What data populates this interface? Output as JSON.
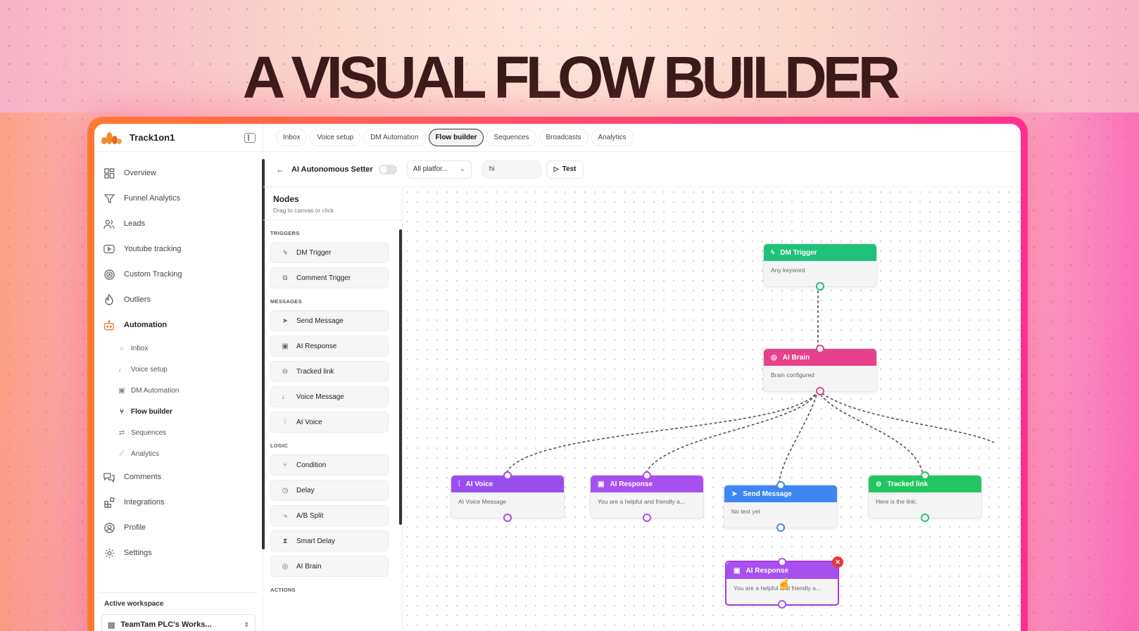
{
  "headline": "A VISUAL FLOW BUILDER",
  "app": {
    "brand": "Track1on1",
    "nav": [
      {
        "label": "Overview",
        "icon": "grid-icon"
      },
      {
        "label": "Funnel Analytics",
        "icon": "funnel-icon"
      },
      {
        "label": "Leads",
        "icon": "users-icon"
      },
      {
        "label": "Youtube tracking",
        "icon": "youtube-icon"
      },
      {
        "label": "Custom Tracking",
        "icon": "target-icon"
      },
      {
        "label": "Outliers",
        "icon": "flame-icon"
      },
      {
        "label": "Automation",
        "icon": "bot-icon"
      }
    ],
    "sub_nav": [
      {
        "label": "Inbox",
        "icon": "chat-bubble-icon"
      },
      {
        "label": "Voice setup",
        "icon": "mic-icon"
      },
      {
        "label": "DM Automation",
        "icon": "bot-icon"
      },
      {
        "label": "Flow builder",
        "icon": "git-branch-icon"
      },
      {
        "label": "Sequences",
        "icon": "workflow-icon"
      },
      {
        "label": "Analytics",
        "icon": "line-chart-icon"
      }
    ],
    "nav_bottom": [
      {
        "label": "Comments",
        "icon": "comments-icon"
      },
      {
        "label": "Integrations",
        "icon": "blocks-icon"
      },
      {
        "label": "Profile",
        "icon": "user-circle-icon"
      },
      {
        "label": "Settings",
        "icon": "gear-icon"
      }
    ],
    "workspace": {
      "label": "Active workspace",
      "value": "TeamTam PLC's Works..."
    },
    "tabs": [
      "Inbox",
      "Voice setup",
      "DM Automation",
      "Flow builder",
      "Sequences",
      "Broadcasts",
      "Analytics"
    ],
    "active_tab": "Flow builder",
    "toolbar": {
      "title": "AI Autonomous Setter",
      "platform": "All platfor...",
      "test_value": "hi",
      "test_label": "Test"
    },
    "palette": {
      "title": "Nodes",
      "subtitle": "Drag to canvas or click",
      "categories": [
        {
          "name": "TRIGGERS",
          "items": [
            {
              "label": "DM Trigger",
              "icon": "zap-icon"
            },
            {
              "label": "Comment Trigger",
              "icon": "comment-icon"
            }
          ]
        },
        {
          "name": "MESSAGES",
          "items": [
            {
              "label": "Send Message",
              "icon": "send-icon"
            },
            {
              "label": "AI Response",
              "icon": "bot-icon"
            },
            {
              "label": "Tracked link",
              "icon": "link-icon"
            },
            {
              "label": "Voice Message",
              "icon": "mic-icon"
            },
            {
              "label": "AI Voice",
              "icon": "waveform-icon"
            }
          ]
        },
        {
          "name": "LOGIC",
          "items": [
            {
              "label": "Condition",
              "icon": "git-branch-icon"
            },
            {
              "label": "Delay",
              "icon": "clock-icon"
            },
            {
              "label": "A/B Split",
              "icon": "split-icon"
            },
            {
              "label": "Smart Delay",
              "icon": "hourglass-icon"
            },
            {
              "label": "AI Brain",
              "icon": "brain-icon"
            }
          ]
        },
        {
          "name": "ACTIONS",
          "items": []
        }
      ]
    },
    "flow_nodes": {
      "dm_trigger": {
        "title": "DM Trigger",
        "body": "Any keyword",
        "color": "#1fc27a"
      },
      "ai_brain": {
        "title": "AI Brain",
        "body": "Brain configured",
        "color": "#e8418c"
      },
      "ai_voice": {
        "title": "AI Voice",
        "body": "AI Voice Message",
        "color": "#9a4ef0"
      },
      "ai_response_1": {
        "title": "AI Response",
        "body": "You are a helpful and friendly a...",
        "color": "#a84ff0"
      },
      "send_message": {
        "title": "Send Message",
        "body": "No text yet",
        "color": "#3f86f5"
      },
      "tracked_link": {
        "title": "Tracked link",
        "body": "Here is the link:",
        "color": "#22c55e"
      },
      "ai_response_2": {
        "title": "AI Response",
        "body": "You are a helpful and friendly a...",
        "color": "#a84ff0"
      }
    }
  }
}
